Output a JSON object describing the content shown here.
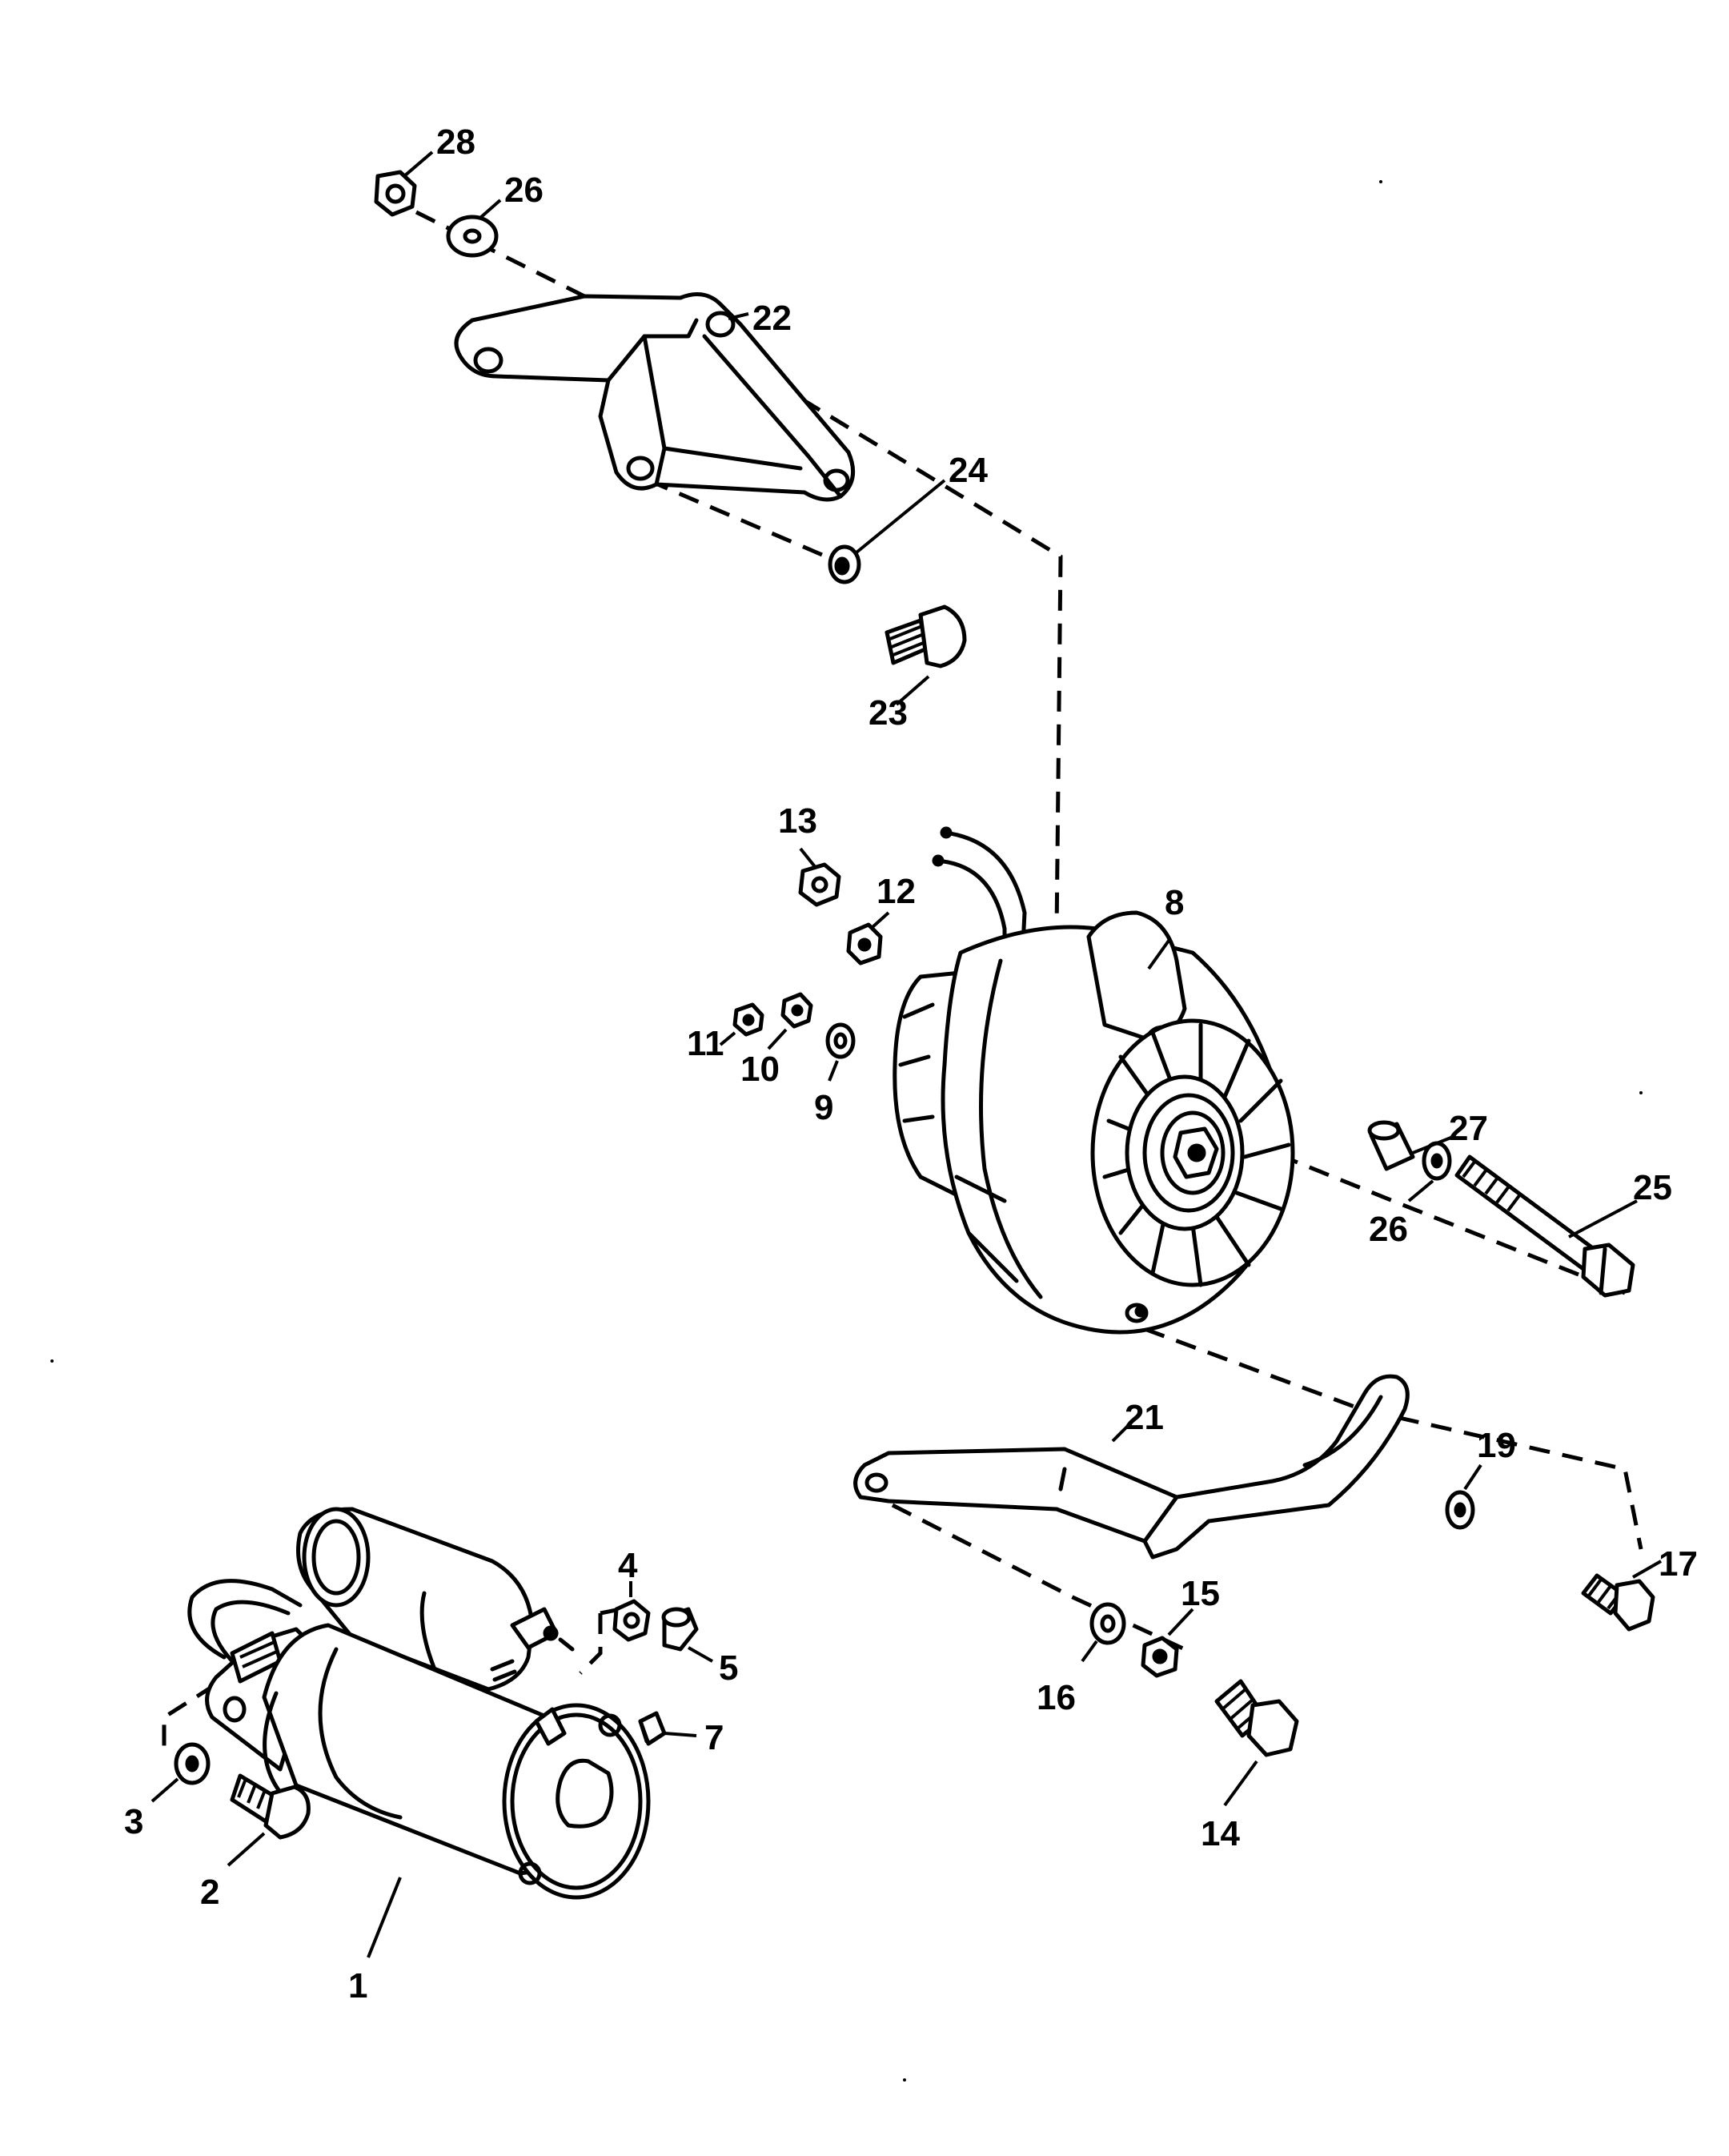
{
  "callouts": {
    "c1": "1",
    "c2": "2",
    "c3": "3",
    "c4": "4",
    "c5": "5",
    "c7": "7",
    "c8": "8",
    "c9": "9",
    "c10": "10",
    "c11": "11",
    "c12": "12",
    "c13": "13",
    "c14": "14",
    "c15": "15",
    "c16": "16",
    "c17": "17",
    "c19": "19",
    "c21": "21",
    "c22": "22",
    "c23": "23",
    "c24": "24",
    "c25": "25",
    "c26a": "26",
    "c26b": "26",
    "c27": "27",
    "c28": "28"
  }
}
